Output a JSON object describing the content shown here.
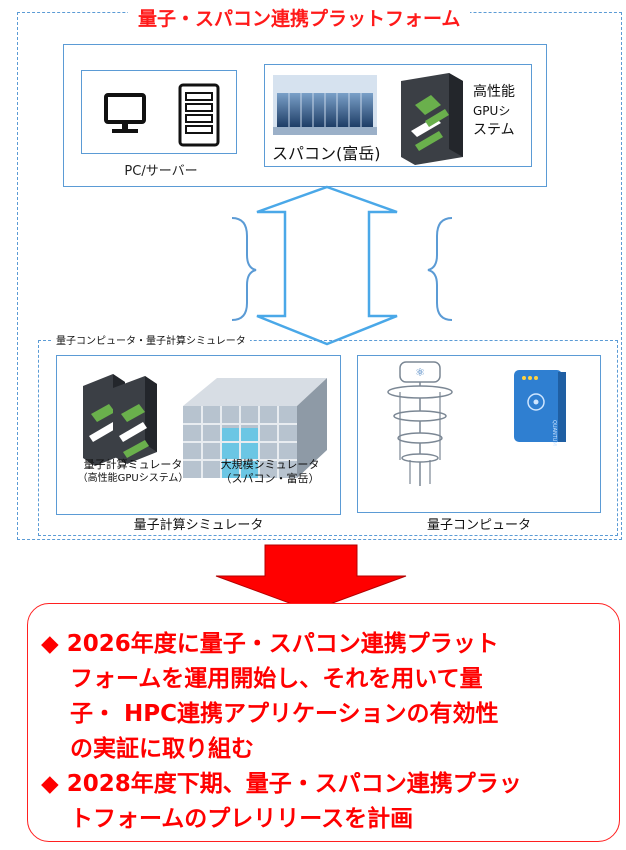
{
  "platform": {
    "title": "量子・スパコン連携プラットフォーム",
    "pc_label": "PC/サーバー",
    "supercomputer_label": "スパコン(富岳)",
    "gpu_label_lines": [
      "高性能",
      "GPUシ",
      "ステム"
    ]
  },
  "quantum": {
    "frame_label": "量子コンピュータ・量子計算シミュレータ",
    "gpu_sim_label_lines": [
      "量子計算ミュレータ",
      "（高性能GPUシステム）"
    ],
    "large_sim_label_lines": [
      "大規模シミュレータ",
      "（スパコン・富岳）"
    ],
    "simulator_caption": "量子計算シミュレータ",
    "computer_caption": "量子コンピュータ",
    "device_text": "QUANTUM"
  },
  "result": {
    "lines": [
      "◆ 2026年度に量子・スパコン連携プラット",
      "フォームを運用開始し、それを用いて量",
      "子・ HPC連携アプリケーションの有効性",
      "の実証に取り組む",
      "◆ 2028年度下期、量子・スパコン連携プラッ",
      "トフォームのプレリリースを計画"
    ]
  },
  "colors": {
    "frame_blue": "#5b9bd5",
    "arrow_red": "#ff0000",
    "text_red": "#ff0000",
    "gpu_green": "#6ab04c"
  }
}
